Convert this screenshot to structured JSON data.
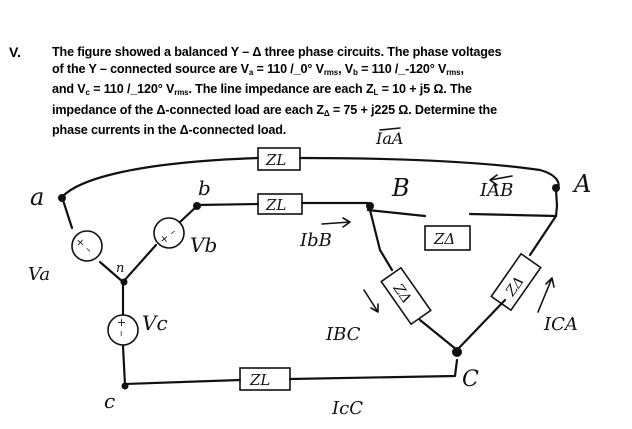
{
  "problem": {
    "number": "V.",
    "line1": "The figure showed a balanced Y – Δ three phase circuits. The phase voltages",
    "line2_pre": "of the Y – connected source are ",
    "va_sym": "V",
    "va_sub": "a",
    "va_val": " = 110 /_0° V",
    "rms1": "rms",
    "vb_sym": ", V",
    "vb_sub": "b",
    "vb_val": " = 110 /_-120° V",
    "rms2": "rms",
    "line2_end": ",",
    "line3_pre": "and V",
    "vc_sub": "c",
    "vc_val": " = 110 /_120° V",
    "rms3": "rms",
    "line3_mid": ". The line impedance are each Z",
    "zl_sub": "L",
    "line3_end": " = 10 + j5 Ω. The",
    "line4_pre": "impedance of the Δ-connected load are each Z",
    "zd_sub": "Δ",
    "line4_end": " = 75 + j225 Ω. Determine the",
    "line5": "phase currents in the Δ-connected load."
  },
  "figure": {
    "node_a": "a",
    "node_b": "b",
    "node_c": "c",
    "node_n": "n",
    "node_A": "A",
    "node_B": "B",
    "node_C": "C",
    "va_label": "Va",
    "vb_label": "Vb",
    "vc_label": "Vc",
    "src_a": "+ –",
    "src_b": "+ –",
    "src_c": "+ –",
    "zl": "ZL",
    "zd": "ZΔ",
    "i_aA": "IaA",
    "i_AB": "IAB",
    "i_bB": "IbB",
    "i_BC": "IBC",
    "i_CA": "ICA",
    "i_cC": "IcC"
  }
}
